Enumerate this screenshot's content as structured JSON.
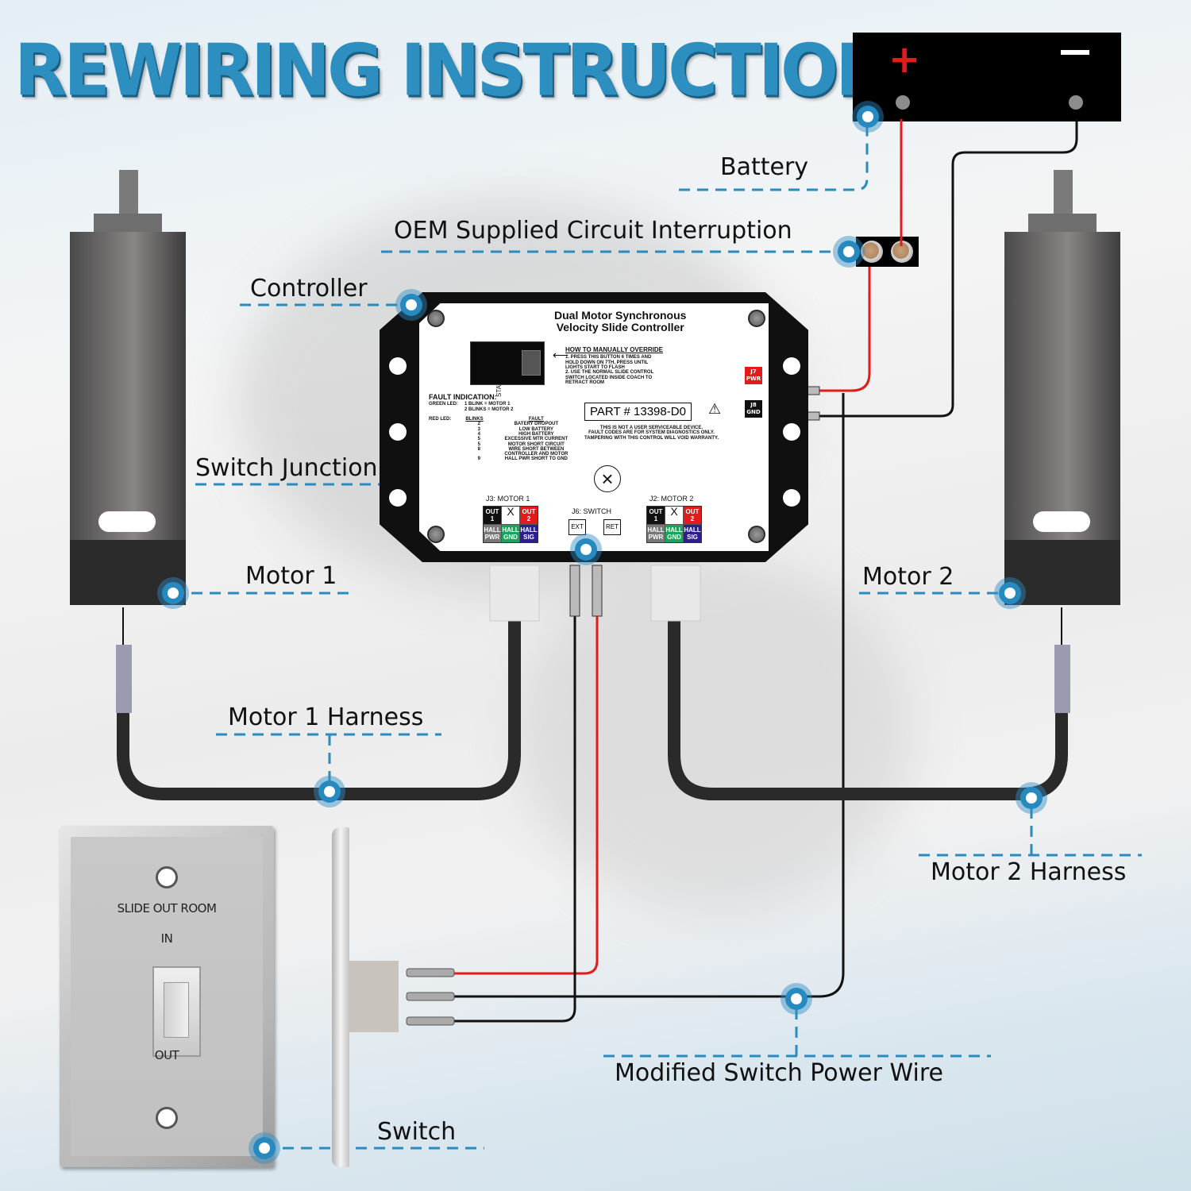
{
  "title": "REWIRING INSTRUCTIONS",
  "colors": {
    "accent": "#2d8fc0",
    "callout": "#2689c0",
    "positive_wire": "#e31b1b",
    "ground_wire": "#111111"
  },
  "battery": {
    "positive_symbol": "+",
    "negative_symbol": "−"
  },
  "callouts": {
    "battery": "Battery",
    "circuit_interruption": "OEM Supplied Circuit Interruption",
    "controller": "Controller",
    "switch_junction": "Switch Junction",
    "motor1": "Motor 1",
    "motor2": "Motor 2",
    "motor1_harness": "Motor 1 Harness",
    "motor2_harness": "Motor 2 Harness",
    "modified_switch_power_wire": "Modified Switch Power Wire",
    "switch": "Switch"
  },
  "controller": {
    "title_line1": "Dual Motor Synchronous",
    "title_line2": "Velocity Slide Controller",
    "status_leds_label": "STATUS LEDS",
    "override": {
      "heading": "HOW TO MANUALLY OVERRIDE",
      "steps": [
        "1.  PRESS THIS BUTTON 6 TIMES AND",
        "     HOLD DOWN ON 7TH, PRESS UNTIL",
        "     LIGHTS START TO FLASH",
        "2.  USE THE NORMAL SLIDE CONTROL",
        "     SWITCH LOCATED INSIDE COACH TO",
        "     RETRACT ROOM"
      ]
    },
    "fault": {
      "heading": "FAULT INDICATION:",
      "green_label": "GREEN LED:",
      "green_lines": [
        "1 BLINK = MOTOR 1",
        "2 BLINKS = MOTOR 2"
      ],
      "red_label": "RED LED:",
      "blinks_header": "BLINKS",
      "fault_header": "FAULT",
      "rows": [
        {
          "blinks": "2",
          "fault": "BATERY DROPOUT"
        },
        {
          "blinks": "3",
          "fault": "LOW BATTERY"
        },
        {
          "blinks": "4",
          "fault": "HIGH BATTERY"
        },
        {
          "blinks": "5",
          "fault": "EXCESSIVE MTR CURRENT"
        },
        {
          "blinks": "5",
          "fault": "MOTOR SHORT CIRCUIT"
        },
        {
          "blinks": "8",
          "fault": "WIRE SHORT BETWEEN"
        },
        {
          "blinks": "",
          "fault": "CONTROLLER AND MOTOR"
        },
        {
          "blinks": "9",
          "fault": "HALL PWR SHORT TO GND"
        }
      ]
    },
    "part_number": "PART # 13398-D0",
    "warning": [
      "THIS IS NOT A USER SERVICEABLE DEVICE.",
      "FAULT CODES ARE FOR SYSTEM DIAGNOSTICS ONLY.",
      "TAMPERING WITH THIS CONTROL WILL VOID WARRANTY."
    ],
    "j7": {
      "line1": "J7",
      "line2": "PWR"
    },
    "j8": {
      "line1": "J8",
      "line2": "GND"
    },
    "j3": {
      "label": "J3: MOTOR 1",
      "cells": [
        {
          "text": "OUT 1",
          "color": "#111111"
        },
        {
          "text": "X",
          "color": "#ffffff"
        },
        {
          "text": "OUT 2",
          "color": "#e31b1b"
        },
        {
          "text": "HALL PWR",
          "color": "#777777"
        },
        {
          "text": "HALL GND",
          "color": "#1aa35a"
        },
        {
          "text": "HALL SIG",
          "color": "#2b1f8f"
        }
      ]
    },
    "j2": {
      "label": "J2: MOTOR 2",
      "cells": [
        {
          "text": "OUT 1",
          "color": "#111111"
        },
        {
          "text": "X",
          "color": "#ffffff"
        },
        {
          "text": "OUT 2",
          "color": "#e31b1b"
        },
        {
          "text": "HALL PWR",
          "color": "#777777"
        },
        {
          "text": "HALL GND",
          "color": "#1aa35a"
        },
        {
          "text": "HALL SIG",
          "color": "#2b1f8f"
        }
      ]
    },
    "j6": {
      "label": "J6: SWITCH",
      "ext": "EXT",
      "ret": "RET"
    }
  },
  "wall_switch": {
    "room_label": "SLIDE OUT ROOM",
    "in_label": "IN",
    "out_label": "OUT"
  }
}
